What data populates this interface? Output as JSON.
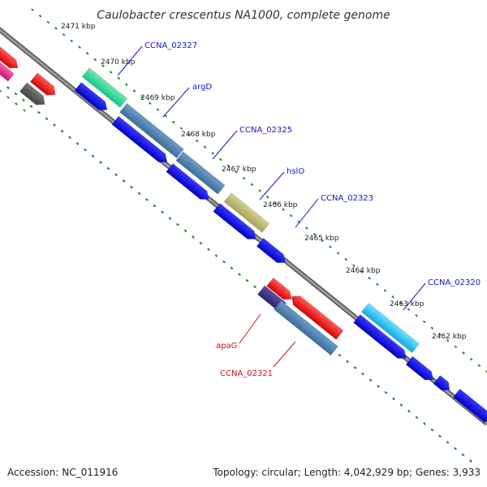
{
  "title": "Caulobacter crescentus NA1000, complete genome",
  "footer": {
    "accession": "Accession: NC_011916",
    "summary": "Topology: circular; Length: 4,042,929 bp; Genes: 3,933"
  },
  "kbp_marks": [
    "2471 kbp",
    "2470 kbp",
    "2469 kbp",
    "2468 kbp",
    "2467 kbp",
    "2466 kbp",
    "2465 kbp",
    "2464 kbp",
    "2463 kbp",
    "2462 kbp"
  ],
  "gene_labels": {
    "top": [
      "CCNA_02327",
      "argD",
      "CCNA_02325",
      "hslO",
      "CCNA_02323",
      "CCNA_02320"
    ],
    "bottom": [
      "apaG",
      "CCNA_02321"
    ]
  },
  "colors": {
    "label_top": "#1515c8",
    "label_bottom": "#cc1111",
    "backbone": "#7a7a7a",
    "gc_dots": "#2a8a2a",
    "cds": "#1010e0",
    "rrna": "#ee1111"
  }
}
